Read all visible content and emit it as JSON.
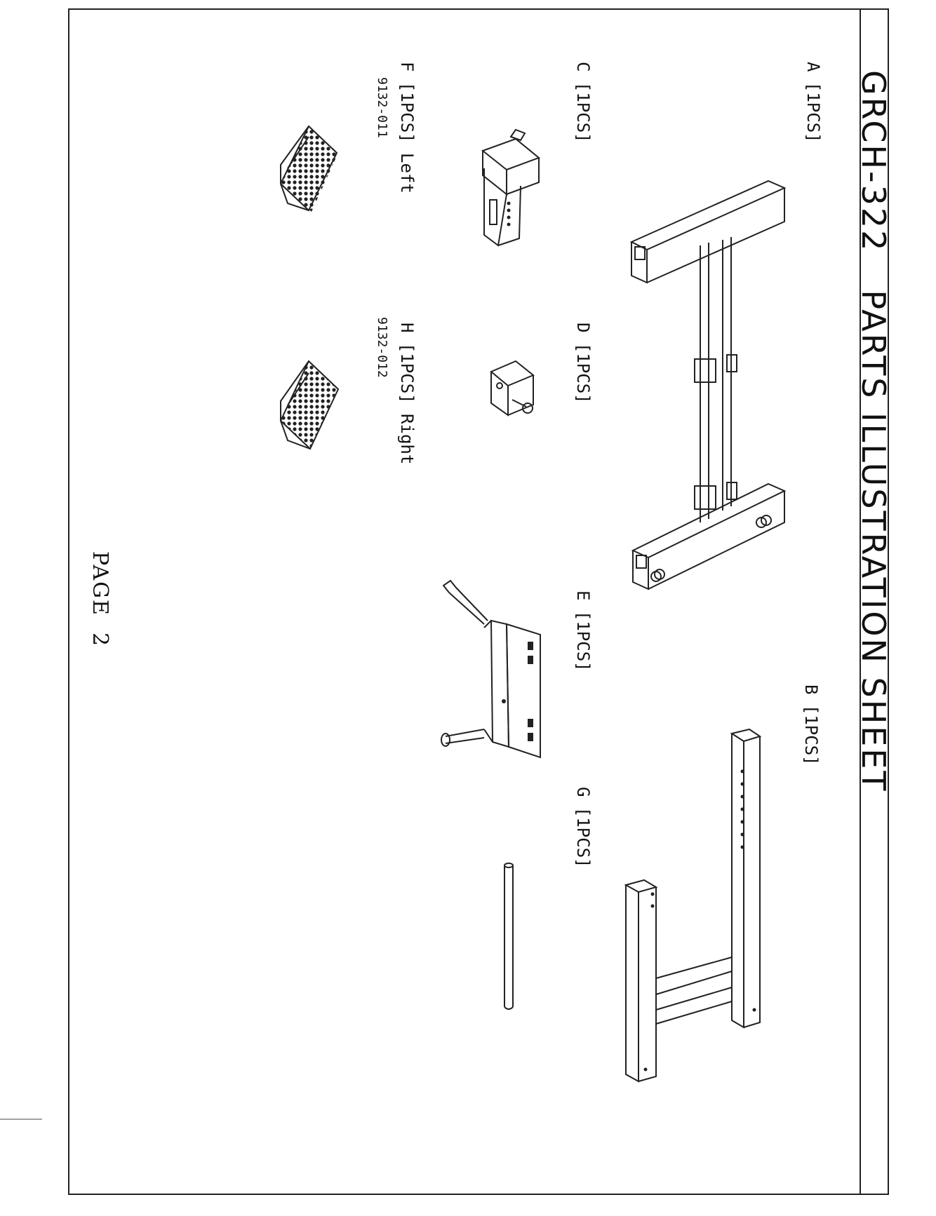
{
  "sheet": {
    "model": "GRCH-322",
    "heading": "PARTS ILLUSTRATION SHEET",
    "page_label": "PAGE",
    "page_number": "2"
  },
  "parts": {
    "a": {
      "label": "A [1PCS]",
      "icon": "main-frame-icon"
    },
    "b": {
      "label": "B [1PCS]",
      "icon": "upright-frame-icon"
    },
    "c": {
      "label": "C [1PCS]",
      "icon": "adjustable-post-icon"
    },
    "d": {
      "label": "D [1PCS]",
      "icon": "bracket-icon"
    },
    "e": {
      "label": "E [1PCS]",
      "icon": "handle-bar-icon"
    },
    "f": {
      "label": "F [1PCS] Left",
      "code": "9132-011",
      "icon": "foot-pad-icon"
    },
    "g": {
      "label": "G [1PCS]",
      "icon": "rod-icon"
    },
    "h": {
      "label": "H [1PCS] Right",
      "code": "9132-012",
      "icon": "foot-pad-icon"
    }
  }
}
